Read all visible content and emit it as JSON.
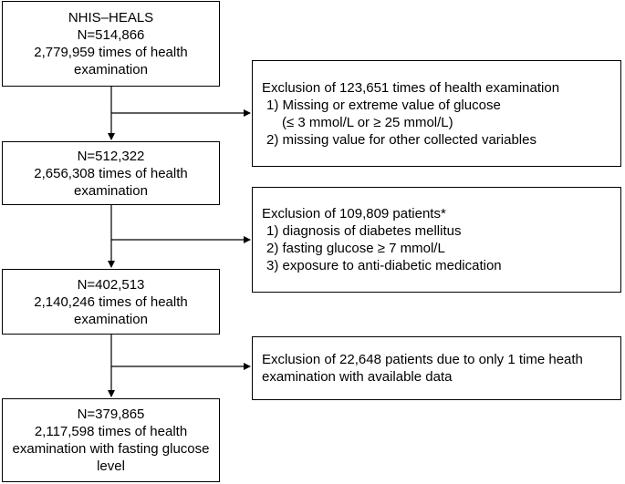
{
  "flowchart": {
    "main_boxes": [
      {
        "lines": [
          "NHIS–HEALS",
          "N=514,866",
          "2,779,959 times of health",
          "examination"
        ]
      },
      {
        "lines": [
          "N=512,322",
          "2,656,308 times of health",
          "examination"
        ]
      },
      {
        "lines": [
          "N=402,513",
          "2,140,246 times of health",
          "examination"
        ]
      },
      {
        "lines": [
          "N=379,865",
          "2,117,598 times of health",
          "examination with fasting glucose",
          "level"
        ]
      }
    ],
    "exclusion_boxes": [
      {
        "title": "Exclusion of 123,651 times of health examination",
        "items": [
          "1) Missing or extreme value of glucose",
          "(≤ 3 mmol/L or ≥ 25 mmol/L)",
          "2) missing value for other collected variables"
        ]
      },
      {
        "title": "Exclusion of 109,809 patients*",
        "items": [
          "1) diagnosis of diabetes mellitus",
          "2) fasting glucose  ≥ 7 mmol/L",
          "3) exposure to anti-diabetic medication"
        ]
      },
      {
        "title": "Exclusion of 22,648 patients due to only 1 time heath",
        "items": [
          "examination with available data"
        ]
      }
    ]
  }
}
